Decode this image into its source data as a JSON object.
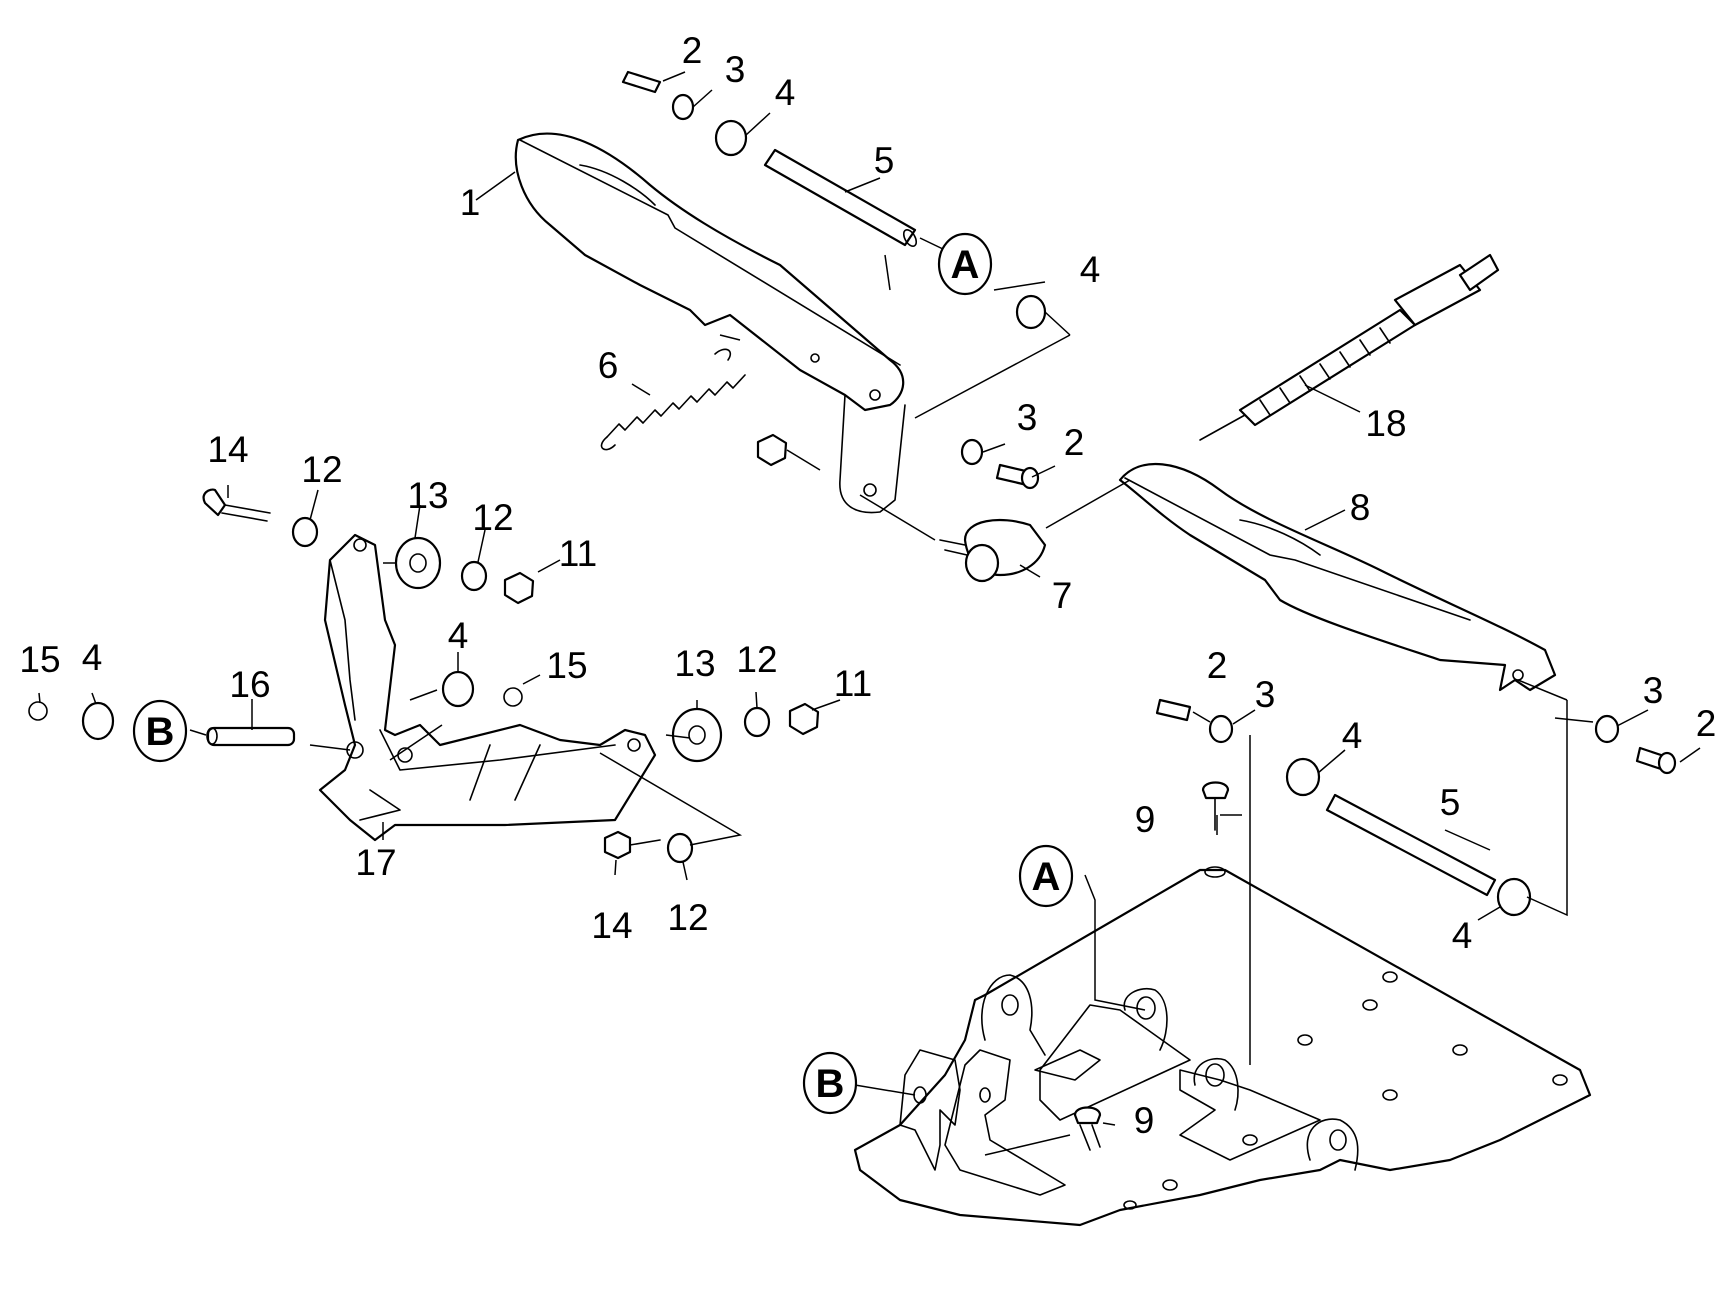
{
  "diagram": {
    "callouts": {
      "c1": "1",
      "c2a": "2",
      "c2b": "2",
      "c2c": "2",
      "c2d": "2",
      "c3a": "3",
      "c3b": "3",
      "c3c": "3",
      "c3d": "3",
      "c4a": "4",
      "c4b": "4",
      "c4c": "4",
      "c4d": "4",
      "c4e": "4",
      "c4f": "4",
      "c5a": "5",
      "c5b": "5",
      "c6": "6",
      "c7": "7",
      "c8": "8",
      "c9a": "9",
      "c9b": "9",
      "c11a": "11",
      "c11b": "11",
      "c12a": "12",
      "c12b": "12",
      "c12c": "12",
      "c12d": "12",
      "c13a": "13",
      "c13b": "13",
      "c14a": "14",
      "c14b": "14",
      "c15a": "15",
      "c15b": "15",
      "c16": "16",
      "c17": "17",
      "c18": "18"
    },
    "markers": {
      "a1": "A",
      "a2": "A",
      "b1": "B",
      "b2": "B"
    }
  }
}
